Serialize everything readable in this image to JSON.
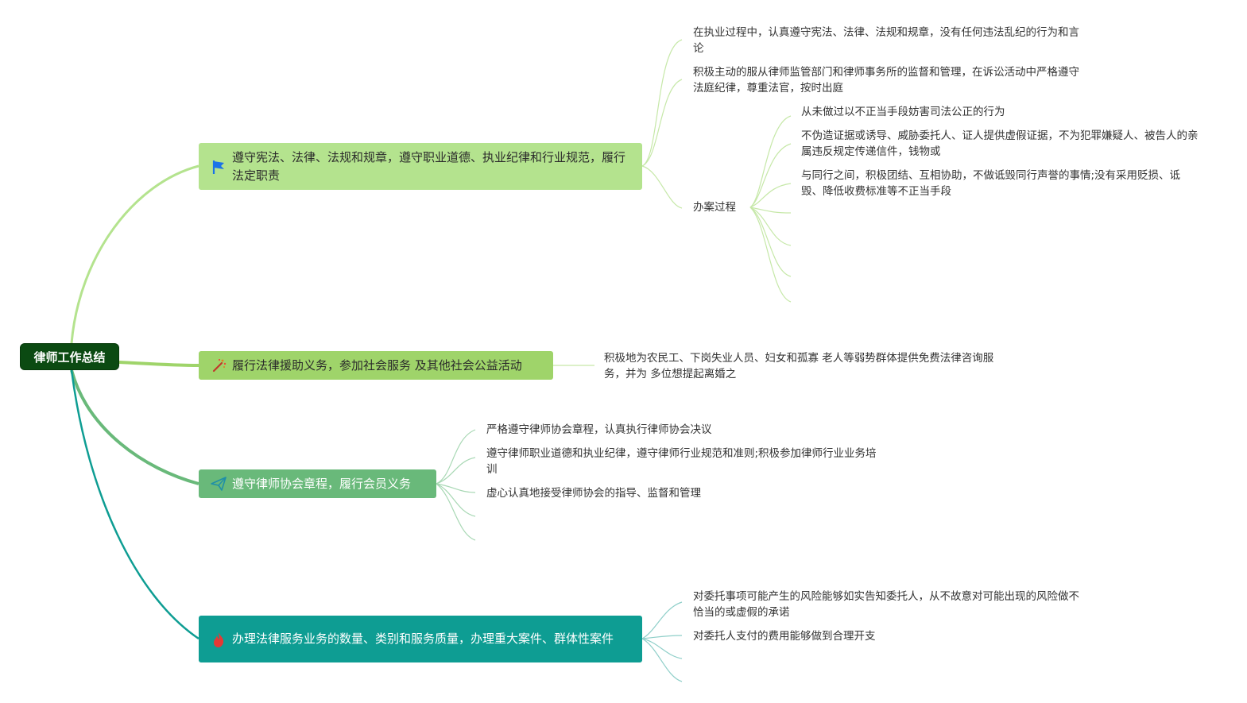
{
  "root": {
    "label": "律师工作总结"
  },
  "colors": {
    "root": "#0b4a12",
    "branch1": "#b4e38e",
    "branch2": "#9fd46a",
    "branch3": "#69b97a",
    "branch4": "#0e9d93"
  },
  "branches": [
    {
      "label": "遵守宪法、法律、法规和规章，遵守职业道德、执业纪律和行业规范，履行法定职责",
      "icon": "flag-icon",
      "children": [
        {
          "label": "在执业过程中，认真遵守宪法、法律、法规和规章，没有任何违法乱纪的行为和言论"
        },
        {
          "label": "积极主动的服从律师监管部门和律师事务所的监督和管理，在诉讼活动中严格遵守法庭纪律，尊重法官，按时出庭"
        },
        {
          "label": "办案过程",
          "children": [
            {
              "label": "从未做过以不正当手段妨害司法公正的行为"
            },
            {
              "label": "不伪造证据或诱导、威胁委托人、证人提供虚假证据，不为犯罪嫌疑人、被告人的亲属违反规定传递信件，钱物或"
            },
            {
              "label": "与同行之间，积极团结、互相协助，不做诋毁同行声誉的事情;没有采用贬损、诋毁、降低收费标准等不正当手段"
            }
          ]
        }
      ]
    },
    {
      "label": "履行法律援助义务，参加社会服务 及其他社会公益活动",
      "icon": "magic-wand-icon",
      "children": [
        {
          "label": "积极地为农民工、下岗失业人员、妇女和孤寡 老人等弱势群体提供免费法律咨询服务，并为 多位想提起离婚之"
        }
      ]
    },
    {
      "label": "遵守律师协会章程，履行会员义务",
      "icon": "paper-plane-icon",
      "children": [
        {
          "label": "严格遵守律师协会章程，认真执行律师协会决议"
        },
        {
          "label": "遵守律师职业道德和执业纪律，遵守律师行业规范和准则;积极参加律师行业业务培训"
        },
        {
          "label": "虚心认真地接受律师协会的指导、监督和管理"
        }
      ]
    },
    {
      "label": "办理法律服务业务的数量、类别和服务质量，办理重大案件、群体性案件",
      "icon": "fire-icon",
      "children": [
        {
          "label": "对委托事项可能产生的风险能够如实告知委托人，从不故意对可能出现的风险做不恰当的或虚假的承诺"
        },
        {
          "label": "对委托人支付的费用能够做到合理开支"
        }
      ]
    }
  ]
}
